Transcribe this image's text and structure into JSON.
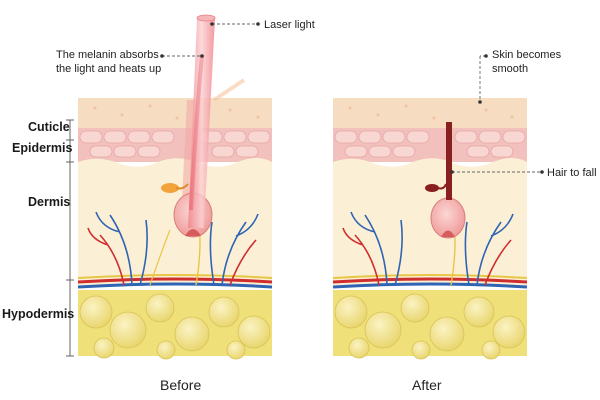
{
  "layers": {
    "cuticle": "Cuticle",
    "epidermis": "Epidermis",
    "dermis": "Dermis",
    "hypodermis": "Hypodermis"
  },
  "annotations": {
    "laser": "Laser light",
    "melanin_line1": "The melanin absorbs",
    "melanin_line2": "the light and heats up",
    "smooth_line1": "Skin becomes",
    "smooth_line2": "smooth",
    "hair_fall": "Hair to fall out"
  },
  "captions": {
    "before": "Before",
    "after": "After"
  },
  "colors": {
    "cuticle": "#f6dcc0",
    "epidermis": "#f2c0bd",
    "dermis": "#fbf0d6",
    "fat": "#efe07a",
    "hair": "#d11d2a",
    "hair_after": "#8a1f1f",
    "vein": "#2f64b4",
    "artery": "#cf2e2e",
    "nerve": "#e8c645",
    "laser": "#f4a2a6"
  }
}
